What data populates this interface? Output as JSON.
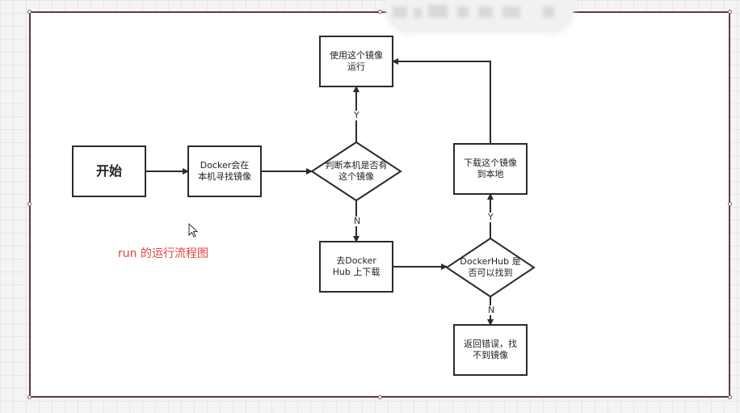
{
  "caption": "run 的运行流程图",
  "colors": {
    "stroke": "#2b2b2b",
    "frame": "#5a3a46",
    "caption": "#e2453b"
  },
  "nodes": {
    "start": "开始",
    "search_local": "Docker会在\n本机寻找镜像",
    "check_local": "判断本机是否有\n这个镜像",
    "run_image": "使用这个镜像\n运行",
    "go_hub": "去Docker\nHub 上下载",
    "check_hub": "DockerHub 是\n否可以找到",
    "download": "下载这个镜像\n到本地",
    "error": "返回错误，找\n不到镜像"
  },
  "edge_labels": {
    "local_yes": "Y",
    "local_no": "N",
    "hub_yes": "Y",
    "hub_no": "N"
  },
  "icons": {
    "cursor": "mouse-pointer-icon"
  }
}
